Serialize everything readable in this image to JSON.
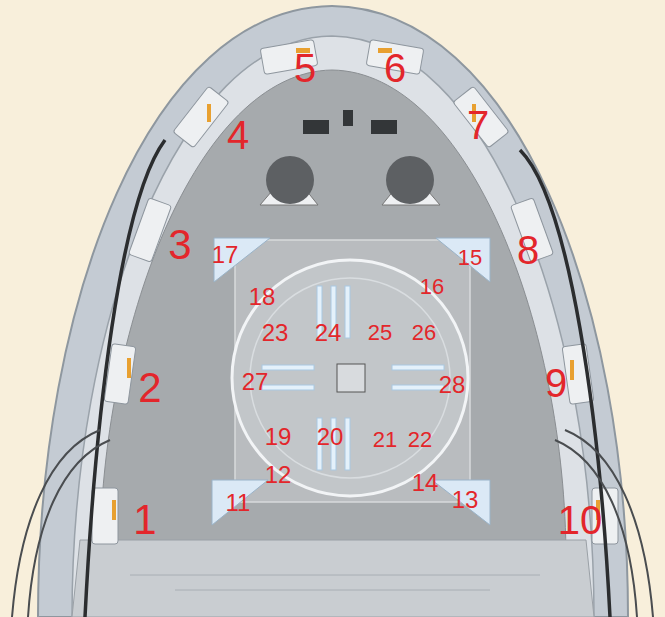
{
  "diagram": {
    "labels": [
      "1",
      "2",
      "3",
      "4",
      "5",
      "6",
      "7",
      "8",
      "9",
      "10",
      "11",
      "12",
      "13",
      "14",
      "15",
      "16",
      "17",
      "18",
      "19",
      "20",
      "21",
      "22",
      "23",
      "24",
      "25",
      "26",
      "27",
      "28"
    ]
  }
}
